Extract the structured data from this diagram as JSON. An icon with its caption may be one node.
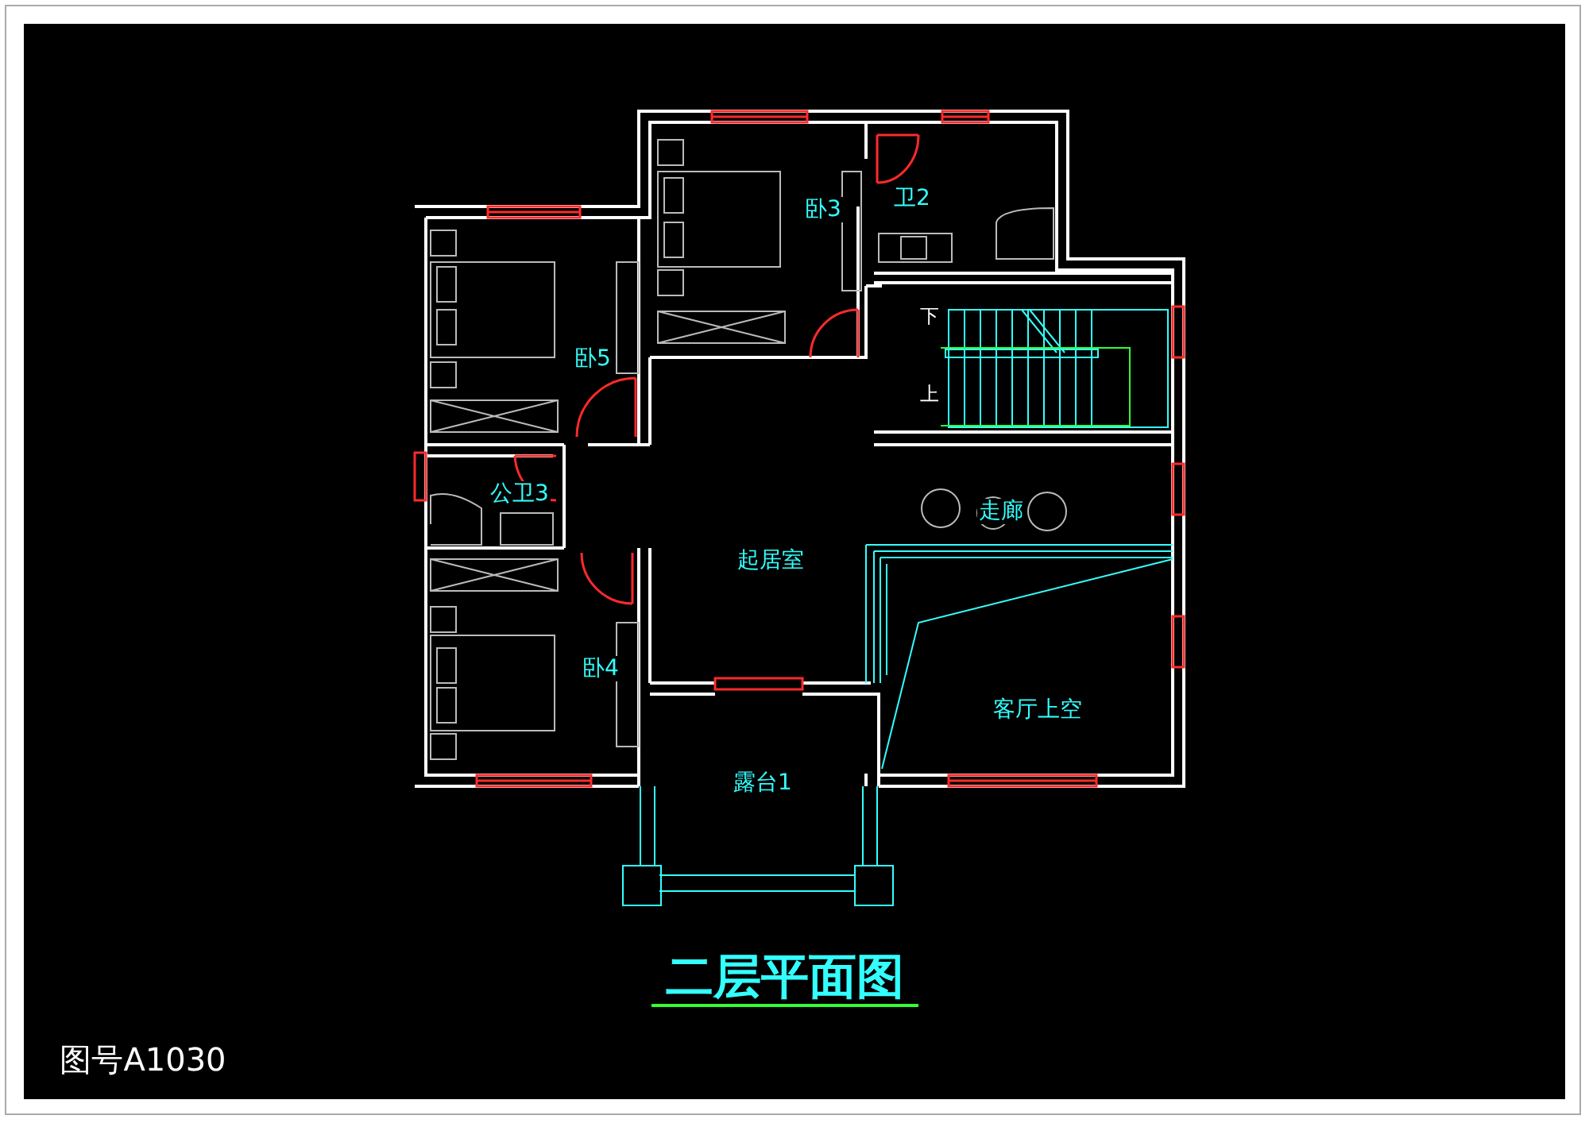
{
  "diagram": {
    "title": "二层平面图",
    "labels": [
      "卧3",
      "卫2",
      "下",
      "卧5",
      "上",
      "公卫3",
      "走廊",
      "起居室",
      "卧4",
      "客厅上空",
      "露台1",
      "图号A1030"
    ]
  }
}
